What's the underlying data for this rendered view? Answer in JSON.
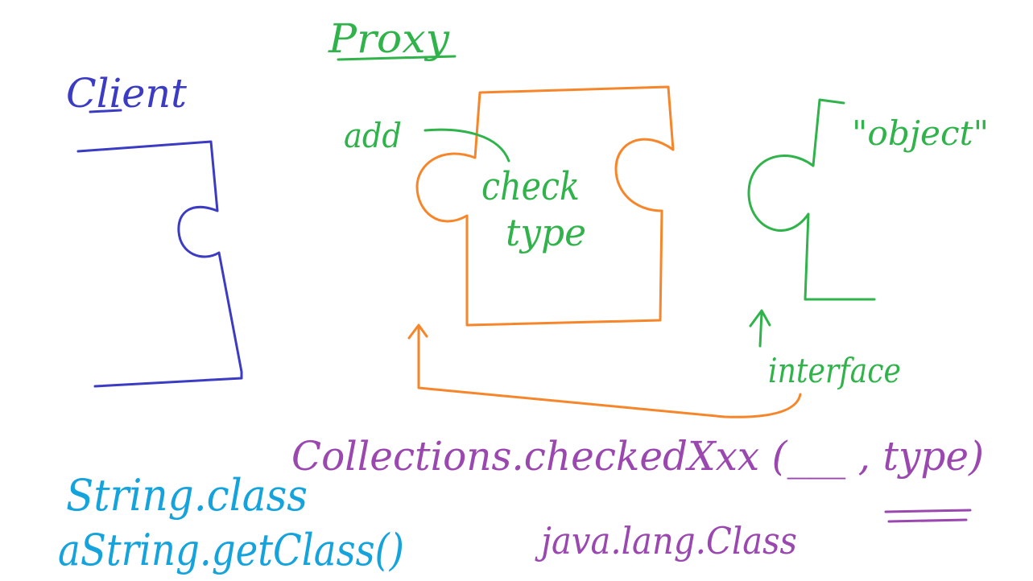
{
  "colors": {
    "client": "#3b3bc4",
    "proxy": "#2fb34a",
    "orange": "#f7862a",
    "object": "#2fb34a",
    "purple": "#9a48b0",
    "cyan": "#14a3dc"
  },
  "labels": {
    "client": "Client",
    "proxy": "Proxy",
    "add": "add",
    "check": "check",
    "type": "type",
    "object": "\"object\"",
    "interface": "interface",
    "collections_call": "Collections.checkedXxx (___ , type)",
    "java_class": "java.lang.Class",
    "string_class": "String.class",
    "a_string_get_class": "aString.getClass()"
  }
}
